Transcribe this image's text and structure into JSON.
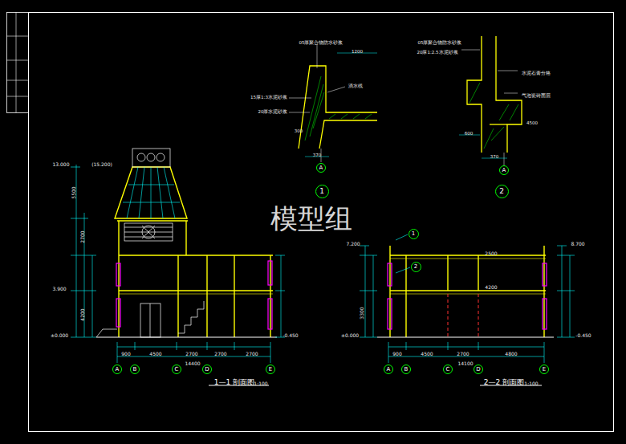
{
  "diagram": {
    "nodes": [
      {
        "text": [
          "A"
        ]
      },
      {
        "text": [
          "A"
        ]
      },
      {
        "text": [
          "1"
        ]
      },
      {
        "text": [
          "2"
        ]
      },
      {
        "text": [
          "1"
        ]
      },
      {
        "text": [
          "2"
        ]
      },
      {
        "text": [
          "A"
        ]
      },
      {
        "text": [
          "B"
        ]
      },
      {
        "text": [
          "C"
        ]
      },
      {
        "text": [
          "D"
        ]
      },
      {
        "text": [
          "E"
        ]
      },
      {
        "text": [
          "A"
        ]
      },
      {
        "text": [
          "B"
        ]
      },
      {
        "text": [
          "C"
        ]
      },
      {
        "text": [
          "D"
        ]
      },
      {
        "text": [
          "E"
        ]
      }
    ],
    "labels": [
      "模型组",
      "1—1 剖面图",
      "1:100",
      "2—2 剖面图",
      "1:100",
      "900",
      "4500",
      "2700",
      "2700",
      "2700",
      "14400",
      "900",
      "4500",
      "2700",
      "4800",
      "14100",
      "±0.000",
      "3.900",
      "13.000",
      "(15.200)",
      "4200",
      "5500",
      "2700",
      "-0.450",
      "±0.000",
      "7.200",
      "8.700",
      "-0.450",
      "3300",
      "4200",
      "2500",
      "05厚聚合物防水砂浆",
      "1200",
      "滴水线",
      "15厚1:3水泥砂浆",
      "20厚水泥砂浆",
      "370",
      "300",
      "05厚聚合物防水砂浆",
      "20厚1:2.5水泥砂浆",
      "水泥石膏分格",
      "气泡瓷砖面层",
      "370",
      "600",
      "4500"
    ]
  }
}
